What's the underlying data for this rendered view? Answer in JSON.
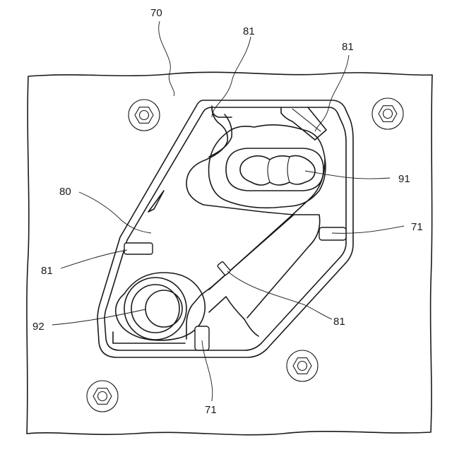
{
  "labels": {
    "plate": "70",
    "gasket": "80",
    "rib_top_left": "81",
    "rib_top_right": "81",
    "rib_left": "81",
    "rib_center": "81",
    "port_upper": "91",
    "port_lower": "92",
    "boss_right": "71",
    "boss_bottom": "71"
  }
}
